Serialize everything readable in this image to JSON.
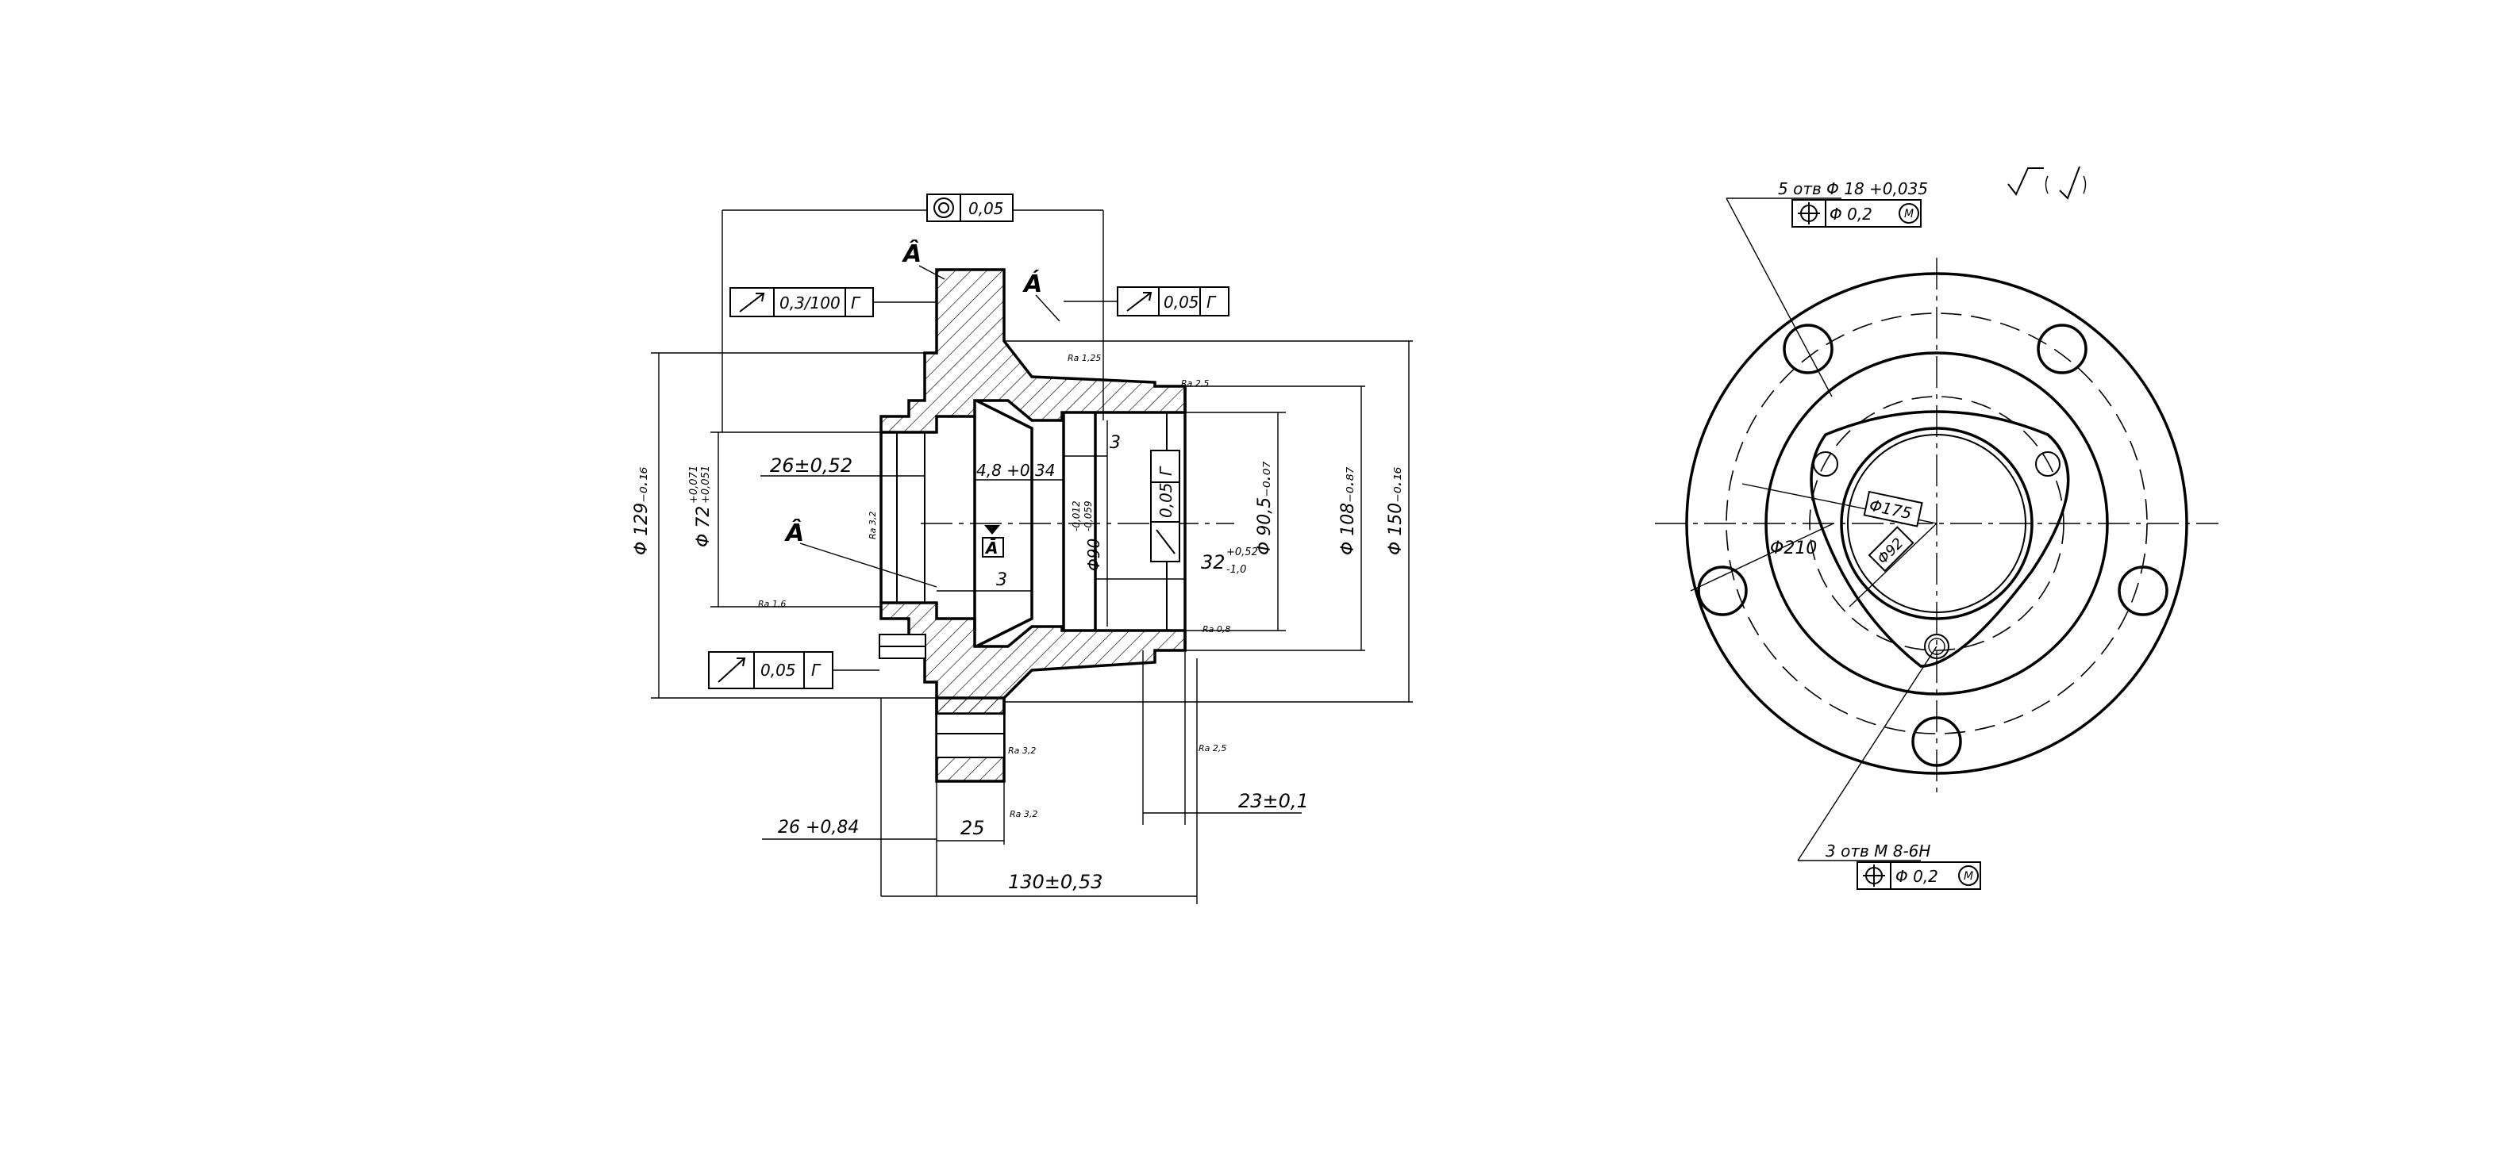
{
  "drawing": {
    "view_letter": "Â",
    "view_letter_2": "Á",
    "section_letter": "Â",
    "datum_letter": "Ā"
  },
  "tolerances": {
    "concentricity": {
      "symbol": "◎",
      "value": "0,05"
    },
    "runout_top_left": {
      "value": "0,3/100",
      "datum": "Г"
    },
    "runout_top_right": {
      "value": "0,05",
      "datum": "Г"
    },
    "runout_bottom_left": {
      "value": "0,05",
      "datum": "Г"
    },
    "runout_inner": {
      "value": "0,05",
      "datum": "Г"
    },
    "position_holes": {
      "value": "Φ 0,2",
      "modifier": "M"
    },
    "position_threads": {
      "value": "Φ 0,2",
      "modifier": "M"
    }
  },
  "dimensions": {
    "d129": "Φ 129₋₀.₁₆",
    "d72": "Φ 72",
    "d72_tol_upper": "+0,071",
    "d72_tol_lower": "+0,051",
    "d90": "Φ90",
    "d90_tol_upper": "-0,012",
    "d90_tol_lower": "-0,059",
    "d905": "Φ 90,5₋₀.₀₇",
    "d108": "Φ 108₋₀.₈₇",
    "d150": "Φ 150₋₀.₁₆",
    "len26_052": "26±0,52",
    "len48": "4,8 +0,34",
    "len3_top": "3",
    "len3_mid": "3",
    "len32": "32",
    "len32_tol_upper": "+0,52",
    "len32_tol_lower": "-1,0",
    "len23": "23±0,1",
    "len26_084": "26 +0,84",
    "len25": "25",
    "len130": "130±0,53",
    "holes_note": "5 отв Φ 18 +0,035",
    "thread_note": "3 отв М 8-6Н",
    "d175": "Φ175",
    "d210": "Φ210",
    "d92": "Φ92"
  },
  "roughness": {
    "general": "√(√)",
    "r1": "Ra 1,25",
    "r2": "Ra 2,5",
    "r3": "Ra 0,8",
    "r4": "Ra 1,6",
    "r5": "Ra 2,5",
    "r6": "Ra 3,2",
    "r7": "Ra 3,2",
    "r8": "Ra 3,2"
  },
  "colors": {
    "line": "#000000",
    "background": "#ffffff"
  }
}
